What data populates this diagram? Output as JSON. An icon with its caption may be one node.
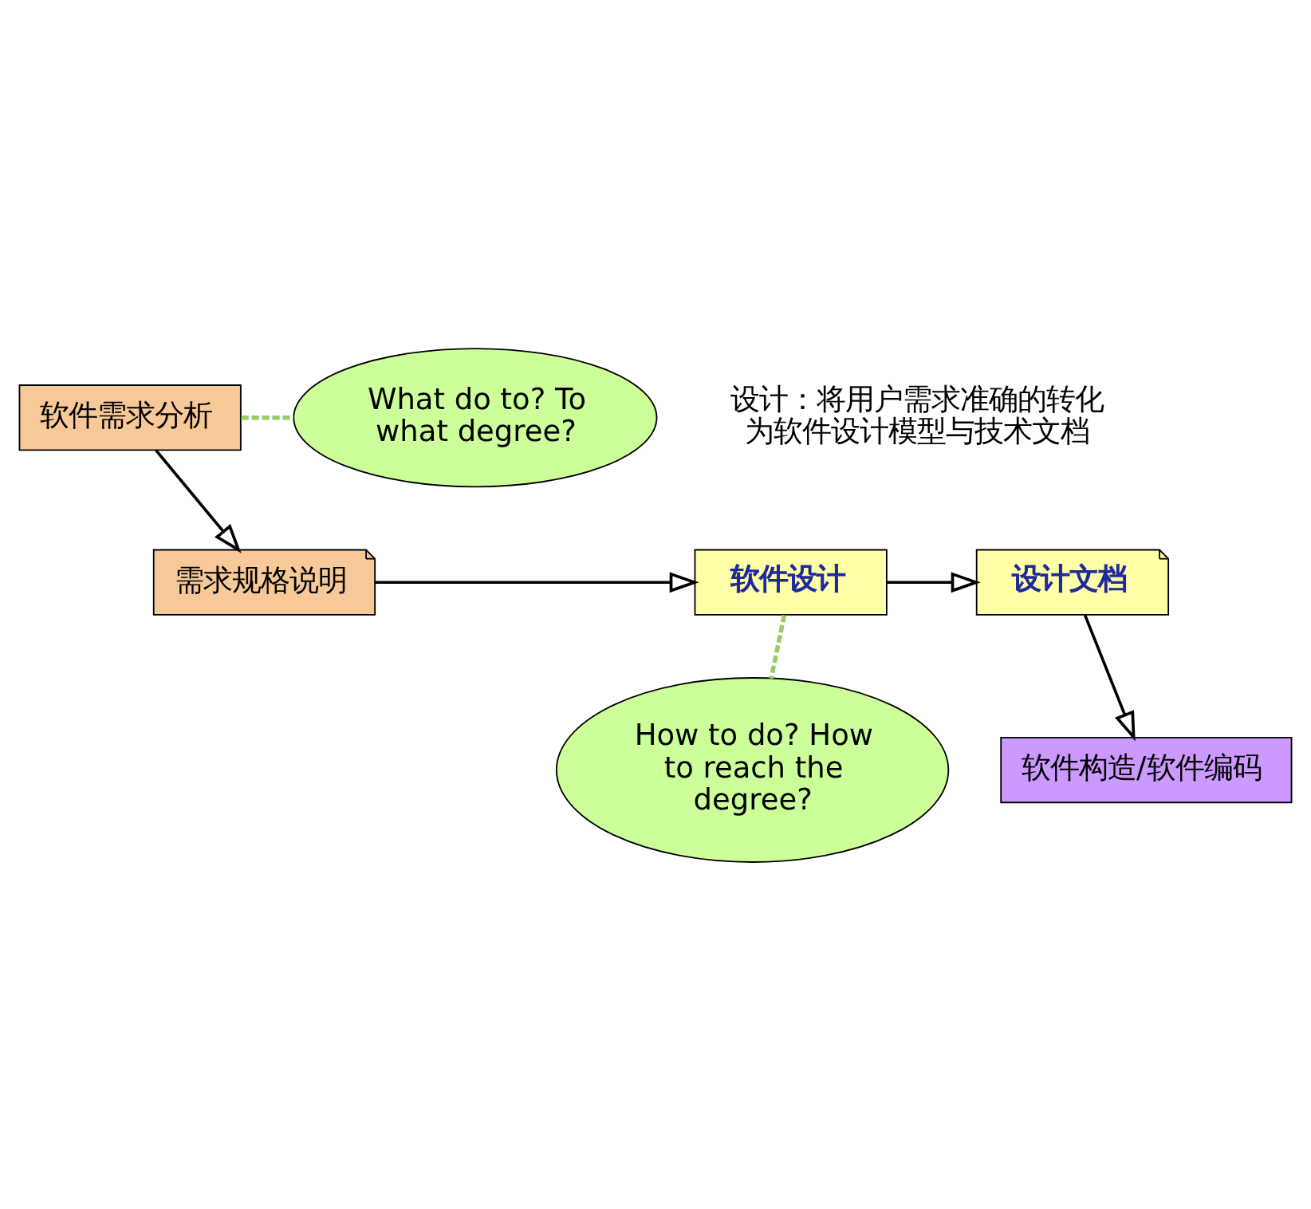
{
  "diagram": {
    "nodes": [
      {
        "text": [
          "软件需求分析"
        ]
      },
      {
        "text": [
          "What do to? To what degree?"
        ]
      },
      {
        "text": [
          "需求规格说明"
        ]
      },
      {
        "text": [
          "软件设计"
        ]
      },
      {
        "text": [
          "设计文档"
        ]
      },
      {
        "text": [
          "软件构造/软件编码"
        ]
      },
      {
        "text": [
          "How to do? How to reach the degree?"
        ]
      }
    ],
    "edges": [
      {
        "from": 0,
        "to": 1,
        "arrow": "none",
        "style": "dashed",
        "color": "#99cc66"
      },
      {
        "from": 0,
        "to": 2,
        "arrow": "to"
      },
      {
        "from": 2,
        "to": 3,
        "arrow": "to"
      },
      {
        "from": 3,
        "to": 4,
        "arrow": "to"
      },
      {
        "from": 3,
        "to": 6,
        "arrow": "none",
        "style": "dashed",
        "color": "#99cc66"
      },
      {
        "from": 4,
        "to": 5,
        "arrow": "to"
      }
    ],
    "labels": [
      "设计：将用户需求准确的转化为软件设计模型与技术文档"
    ]
  }
}
